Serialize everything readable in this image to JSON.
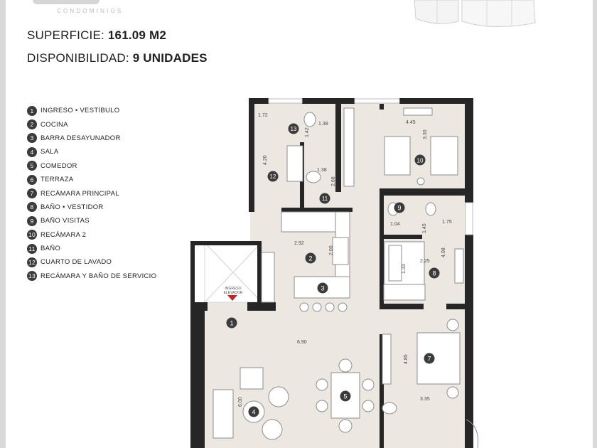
{
  "brand": {
    "subtitle": "CONDOMINIOS"
  },
  "info": {
    "area_label": "SUPERFICIE:",
    "area_value": "161.09 M2",
    "units_label": "DISPONIBILIDAD:",
    "units_value": "9 UNIDADES"
  },
  "legend": [
    {
      "num": "1",
      "label": "INGRESO • VESTÍBULO"
    },
    {
      "num": "2",
      "label": "COCINA"
    },
    {
      "num": "3",
      "label": "BARRA DESAYUNADOR"
    },
    {
      "num": "4",
      "label": "SALA"
    },
    {
      "num": "5",
      "label": "COMEDOR"
    },
    {
      "num": "6",
      "label": "TERRAZA"
    },
    {
      "num": "7",
      "label": "RECÁMARA PRINCIPAL"
    },
    {
      "num": "8",
      "label": "BAÑO • VESTIDOR"
    },
    {
      "num": "9",
      "label": "BAÑO VISITAS"
    },
    {
      "num": "10",
      "label": "RECÁMARA 2"
    },
    {
      "num": "11",
      "label": "BAÑO"
    },
    {
      "num": "12",
      "label": "CUARTO DE LAVADO"
    },
    {
      "num": "13",
      "label": "RECÁMARA Y BAÑO DE SERVICIO"
    }
  ],
  "plan": {
    "elevator_line1": "INGRESO",
    "elevator_line2": "ELEVADOR",
    "room_markers": [
      "1",
      "2",
      "3",
      "4",
      "5",
      "7",
      "8",
      "9",
      "10",
      "11",
      "12",
      "13"
    ],
    "dimensions": [
      "1.72",
      "1.38",
      "1.42",
      "4.20",
      "1.38",
      "2.68",
      "4.45",
      "3.30",
      "1.04",
      "1.45",
      "1.75",
      "2.92",
      "2.00",
      "2.25",
      "1.33",
      "4.08",
      "6.90",
      "4.85",
      "3.35",
      "6.00"
    ]
  },
  "colors": {
    "floor": "#ece7e1",
    "wall": "#262626",
    "marker": "#3b3b3b",
    "entry_arrow": "#cc1f1f"
  }
}
